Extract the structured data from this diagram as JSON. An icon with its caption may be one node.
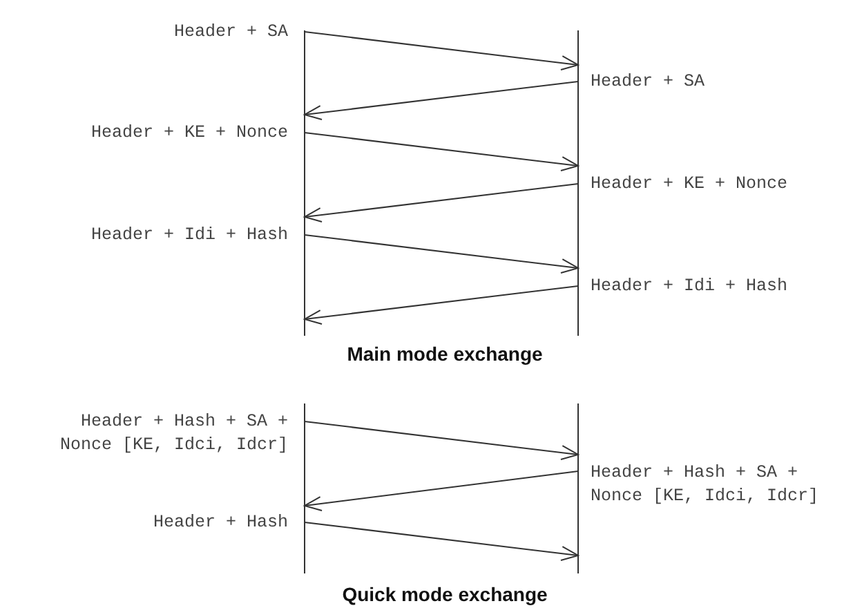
{
  "diagram": {
    "nodes": [
      {
        "text": [],
        "shape": "bar"
      },
      {
        "text": [],
        "shape": "bar"
      },
      {
        "text": [],
        "shape": "bar"
      },
      {
        "text": [],
        "shape": "bar"
      }
    ],
    "edges": [
      {
        "from": 0,
        "to": 1,
        "arrow": "to",
        "label": "Header + SA"
      },
      {
        "from": 1,
        "to": 0,
        "arrow": "to",
        "label": "Header + SA"
      },
      {
        "from": 0,
        "to": 1,
        "arrow": "to",
        "label": "Header + KE + Nonce"
      },
      {
        "from": 1,
        "to": 0,
        "arrow": "to",
        "label": "Header + KE + Nonce"
      },
      {
        "from": 0,
        "to": 1,
        "arrow": "to",
        "label": "Header + Idi + Hash"
      },
      {
        "from": 1,
        "to": 0,
        "arrow": "to",
        "label": "Header + Idi + Hash"
      },
      {
        "from": 2,
        "to": 3,
        "arrow": "to",
        "label": "Header + Hash + SA + Nonce [KE, Idci, Idcr]"
      },
      {
        "from": 3,
        "to": 2,
        "arrow": "to",
        "label": "Header + Hash + SA + Nonce [KE, Idci, Idcr]"
      },
      {
        "from": 2,
        "to": 3,
        "arrow": "to",
        "label": "Header + Hash"
      }
    ],
    "labels": [
      "Main mode exchange",
      "Quick mode exchange"
    ]
  }
}
